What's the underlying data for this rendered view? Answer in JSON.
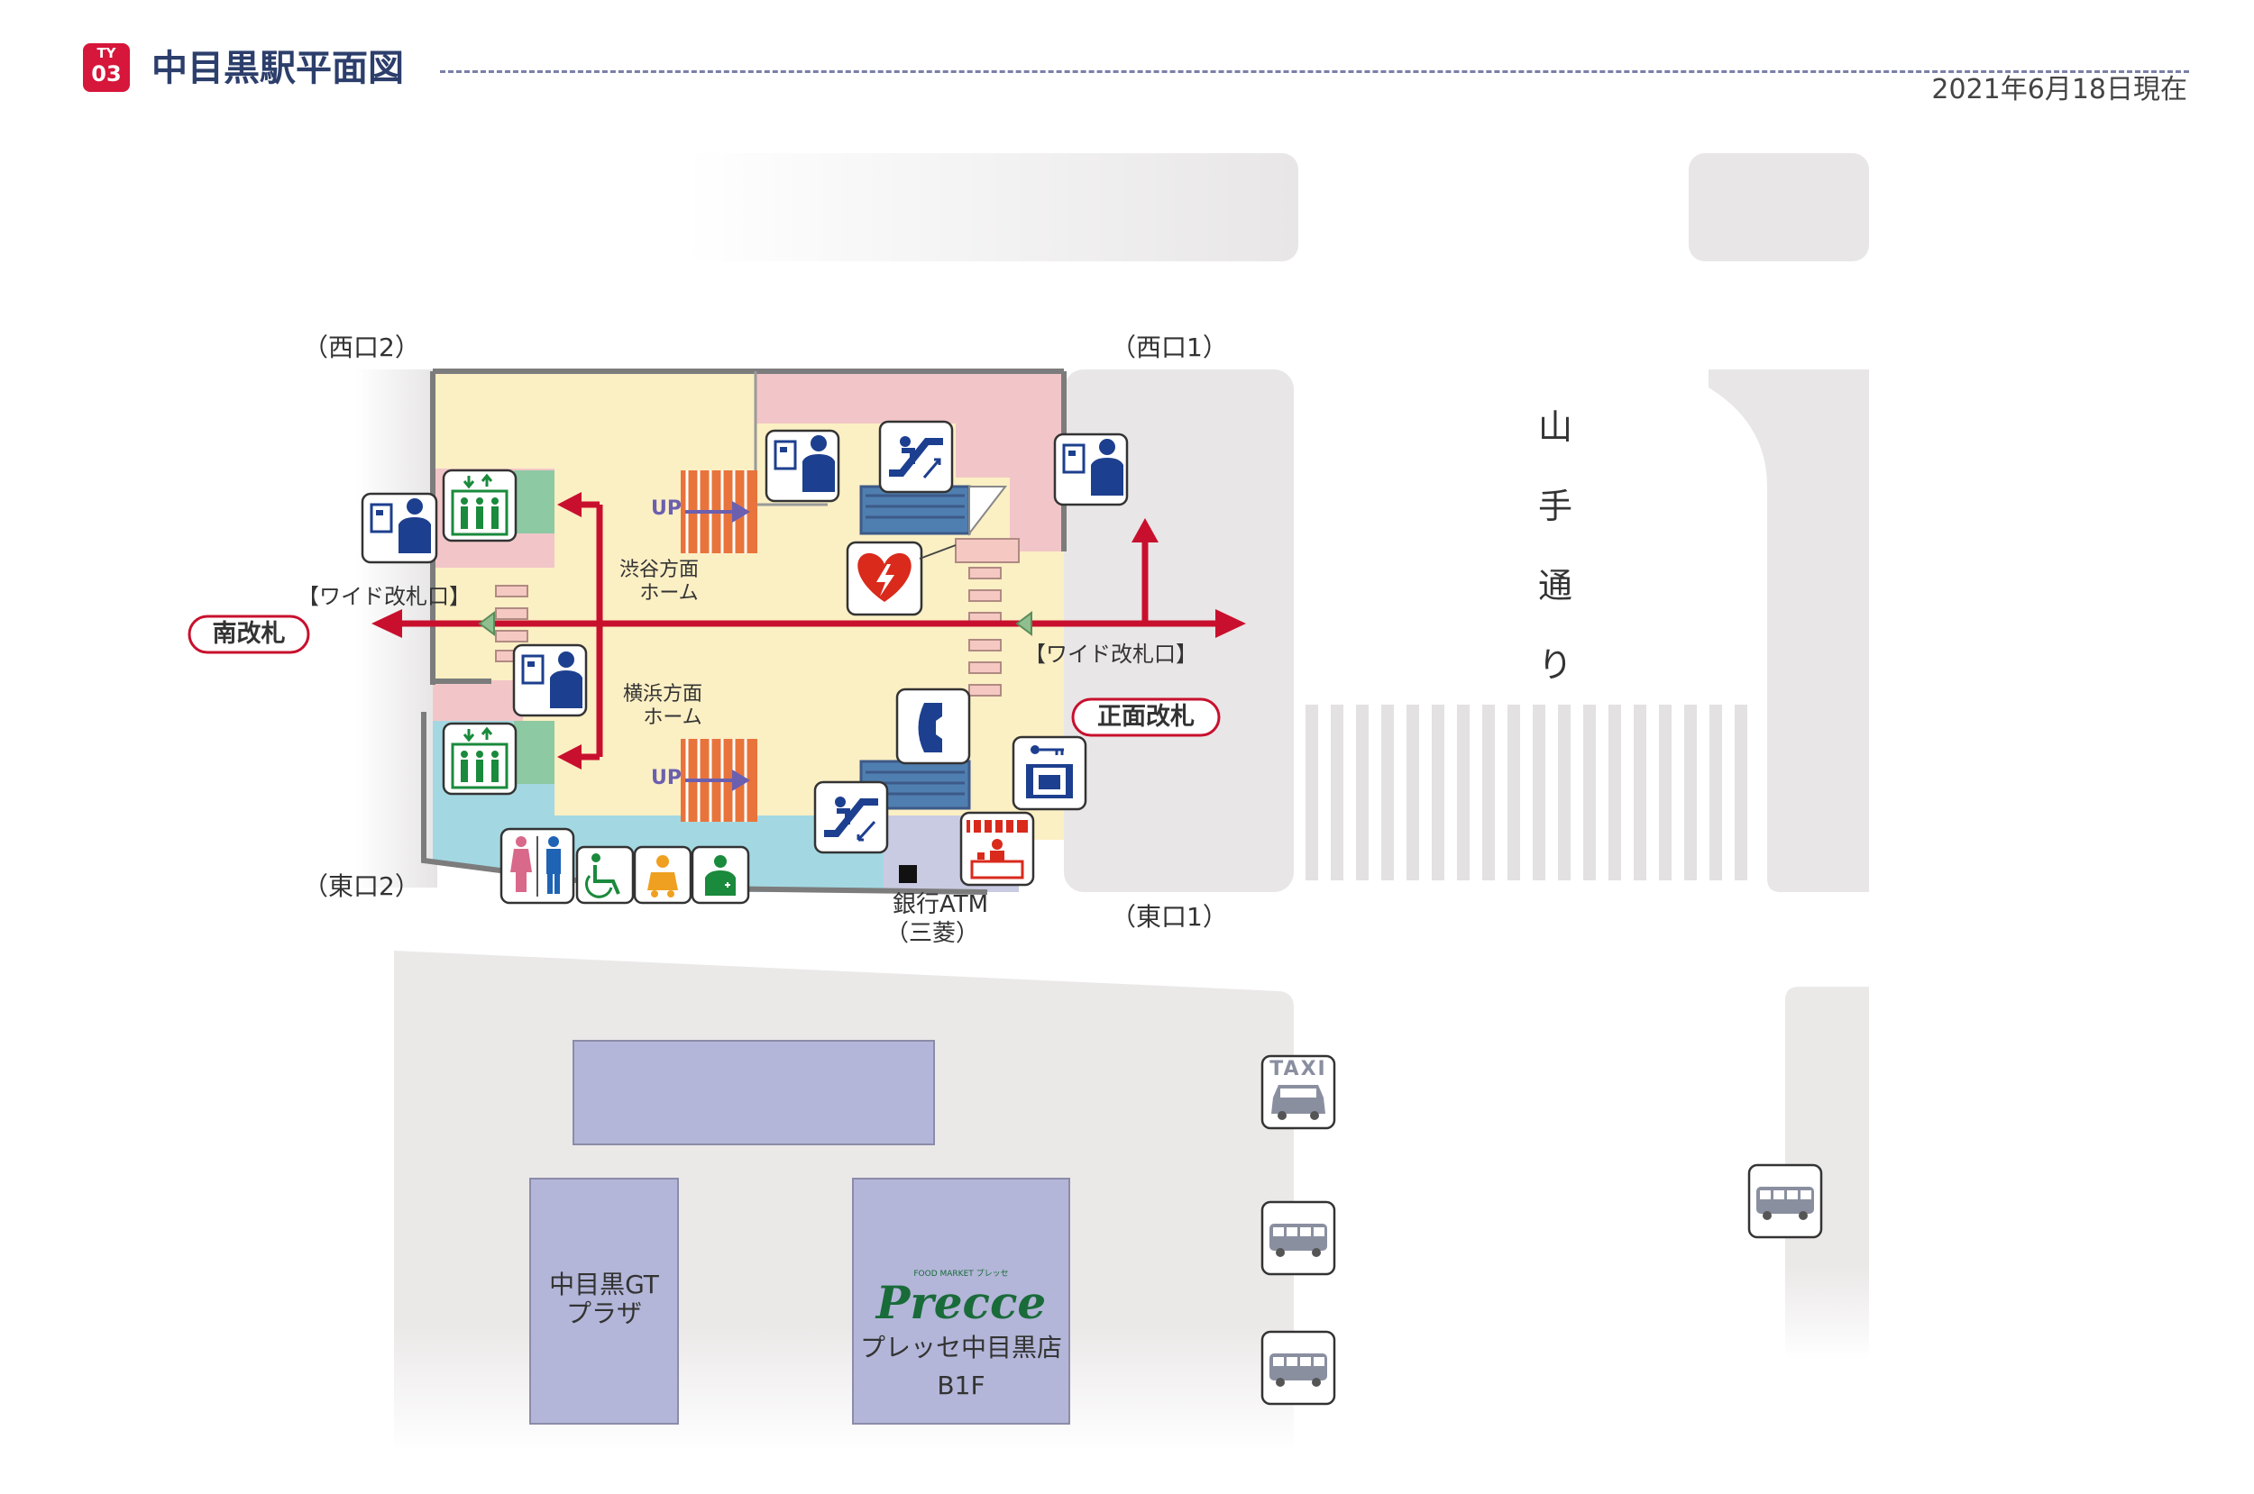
{
  "header": {
    "line_badge_top": "TY",
    "line_badge_num": "03",
    "title": "中目黒駅平面図",
    "date": "2021年6月18日現在",
    "badge_color": "#d6163a",
    "title_color": "#2c3e6b"
  },
  "exits": {
    "west2": "（西口2）",
    "west1": "（西口1）",
    "east2": "（東口2）",
    "east1": "（東口1）"
  },
  "gates": {
    "south": "南改札",
    "main": "正面改札",
    "wide_left": "【ワイド改札口】",
    "wide_right": "【ワイド改札口】"
  },
  "platforms": {
    "shibuya_line1": "渋谷方面",
    "shibuya_line2": "ホーム",
    "yokohama_line1": "横浜方面",
    "yokohama_line2": "ホーム"
  },
  "stairs": {
    "up_upper": "UP",
    "up_lower": "UP"
  },
  "road": {
    "name_chars": [
      "山",
      "手",
      "通",
      "り"
    ]
  },
  "facilities": {
    "atm_line1": "銀行ATM",
    "atm_line2": "（三菱）"
  },
  "buildings": {
    "gt_plaza_line1": "中目黒GT",
    "gt_plaza_line2": "プラザ",
    "precce_logo": "Precce",
    "precce_logo_small": "FOOD MARKET プレッセ",
    "precce_name": "プレッセ中目黒店",
    "precce_floor": "B1F"
  },
  "transport": {
    "taxi_label": "TAXI"
  },
  "icons": [
    "station-staff-icon",
    "elevator-icon",
    "escalator-icon",
    "aed-icon",
    "telephone-icon",
    "coin-locker-icon",
    "shop-icon",
    "restroom-icon",
    "wheelchair-icon",
    "baby-care-icon",
    "first-aid-icon",
    "taxi-icon",
    "bus-icon"
  ],
  "colors": {
    "arrow_red": "#c8102e",
    "platform_yellow": "#fbefc4",
    "pink_area": "#f2c6c8",
    "blue_area": "#a3d8e2",
    "stairs_orange": "#e8743b",
    "building_purple": "#b3b6d8",
    "staff_blue": "#1d3f8f"
  }
}
